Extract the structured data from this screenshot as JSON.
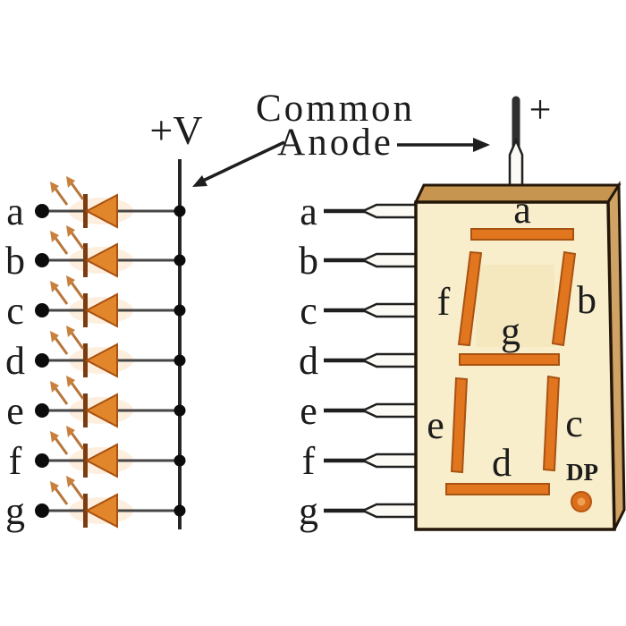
{
  "left": {
    "supply_label": "+V",
    "diode_labels": [
      "a",
      "b",
      "c",
      "d",
      "e",
      "f",
      "g"
    ]
  },
  "annotation": {
    "line1": "Common",
    "line2": "Anode"
  },
  "display": {
    "pin_labels": [
      "a",
      "b",
      "c",
      "d",
      "e",
      "f",
      "g"
    ],
    "anode_pin_label": "+",
    "segment_labels": {
      "a": "a",
      "b": "b",
      "c": "c",
      "d": "d",
      "e": "e",
      "f": "f",
      "g": "g"
    },
    "dp_label": "DP"
  },
  "colors": {
    "segment": "#e1761f",
    "segment_outline": "#a85212",
    "package_face": "#f9eecb",
    "package_top": "#c6954f",
    "package_side": "#cfa265",
    "package_outline": "#241709",
    "led_fill": "#e2862c",
    "led_outline": "#a8500f",
    "cathode_bar": "#7a3c10",
    "light_arrow": "#c9803c",
    "wire": "#464646",
    "rail": "#262626",
    "ink": "#1c1c1c",
    "dp_outer": "#d96f1d",
    "dp_inner": "#f0a050"
  }
}
